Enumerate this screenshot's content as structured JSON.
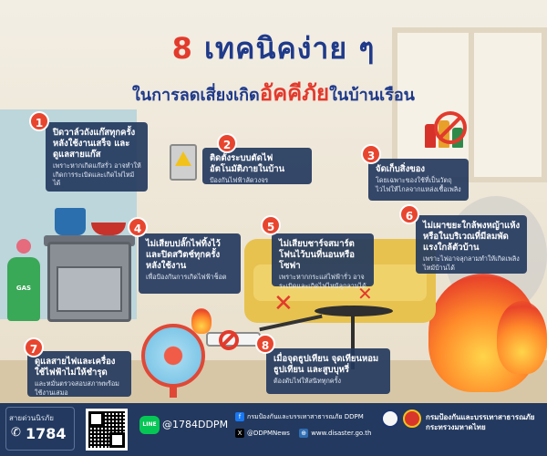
{
  "title": {
    "number": "8",
    "main": "เทคนิคง่าย ๆ",
    "sub_before": "ในการลดเสี่ยงเกิด",
    "sub_highlight": "อัคคีภัย",
    "sub_after": "ในบ้านเรือน"
  },
  "tips": [
    {
      "num": "1",
      "heading": "ปิดวาล์วถังแก๊สทุกครั้ง หลังใช้งานเสร็จ และดูแลสายแก๊ส",
      "body": "เพราะหากเกิดแก๊สรั่ว อาจทำให้เกิดการระเบิดและเกิดไฟไหม้ได้"
    },
    {
      "num": "2",
      "heading": "ติดตั้งระบบตัดไฟอัตโนมัติภายในบ้าน",
      "body": "ป้องกันไฟฟ้าลัดวงจร"
    },
    {
      "num": "3",
      "heading": "จัดเก็บสิ่งของ",
      "body": "โดยเฉพาะของใช้ที่เป็นวัตถุไวไฟให้ไกลจากแหล่งเชื้อเพลิง"
    },
    {
      "num": "4",
      "heading": "ไม่เสียบปลั๊กไฟทิ้งไว้และปิดสวิตช์ทุกครั้งหลังใช้งาน",
      "body": "เพื่อป้องกันการเกิดไฟฟ้าช็อต"
    },
    {
      "num": "5",
      "heading": "ไม่เสียบชาร์จสมาร์ตโฟนไว้บนที่นอนหรือโซฟา",
      "body": "เพราะหากกระแสไฟฟ้ารั่ว อาจระเบิดและเกิดไฟไหม้ลุกลามได้"
    },
    {
      "num": "6",
      "heading": "ไม่เผาขยะใกล้พงหญ้าแห้ง หรือในบริเวณที่มีลมพัดแรงใกล้ตัวบ้าน",
      "body": "เพราะไฟอาจลุกลามทำให้เกิดเพลิงไหม้บ้านได้"
    },
    {
      "num": "7",
      "heading": "ดูแลสายไฟและเครื่องใช้ไฟฟ้าไม่ให้ชำรุด",
      "body": "และหมั่นตรวจสอบสภาพพร้อมใช้งานเสมอ"
    },
    {
      "num": "8",
      "heading": "เมื่อจุดธูปเทียน จุดเทียนหอม ธูปเทียน และสูบบุหรี่",
      "body": "ต้องดับไฟให้สนิททุกครั้ง"
    }
  ],
  "scene": {
    "gas_label": "GAS"
  },
  "footer": {
    "hotline_caption": "สายด่วนนิรภัย",
    "hotline_number": "1784",
    "line_label": "LINE",
    "line_id": "@1784DDPM",
    "facebook": "กรมป้องกันและบรรเทาสาธารณภัย DDPM",
    "x_account": "@DDPMNews",
    "website": "www.disaster.go.th",
    "org_name": "กรมป้องกันและบรรเทาสาธารณภัย กระทรวงมหาดไทย"
  },
  "colors": {
    "title_blue": "#1f3a8a",
    "accent_red": "#e23a2c",
    "card_bg": "#243a5e",
    "badge_orange": "#e8452f",
    "footer_bg": "#23395f"
  }
}
